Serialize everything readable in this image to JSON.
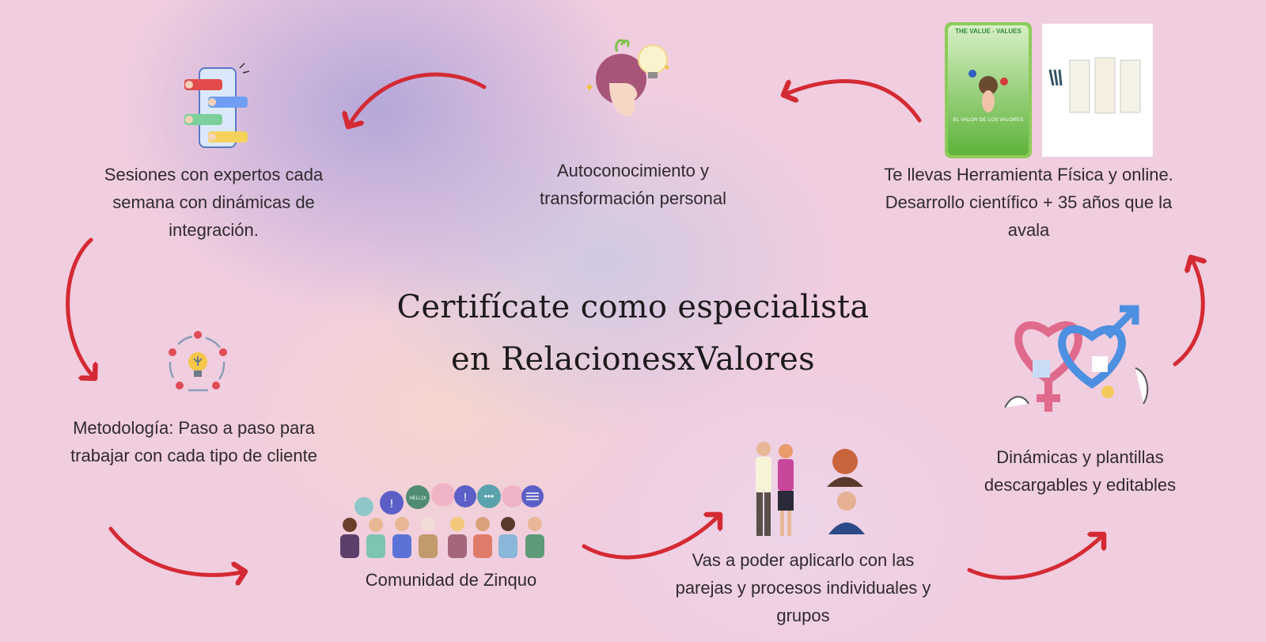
{
  "title": {
    "line1": "Certifícate como especialista",
    "line2": "en RelacionesxValores"
  },
  "steps": [
    {
      "id": "sesiones",
      "text": "Sesiones con expertos cada semana con dinámicas de integración.",
      "icon": "chat-phone-icon"
    },
    {
      "id": "autoconocimiento",
      "text": "Autoconocimiento y transformación personal",
      "icon": "idea-head-icon"
    },
    {
      "id": "herramienta",
      "text": "Te llevas Herramienta Física y online. Desarrollo científico + 35 años que la avala",
      "icon": "product-images"
    },
    {
      "id": "dinamicas",
      "text": "Dinámicas y plantillas descargables y editables",
      "icon": "gender-hearts-icon"
    },
    {
      "id": "aplicarlo",
      "text": "Vas a poder aplicarlo con las parejas y procesos individuales y grupos",
      "icon": "people-icon"
    },
    {
      "id": "comunidad",
      "text": "Comunidad de Zinquo",
      "icon": "community-icon"
    },
    {
      "id": "metodologia",
      "text": "Metodología: Paso a paso para trabajar con cada tipo de cliente",
      "icon": "lightbulb-cycle-icon"
    }
  ],
  "product": {
    "box_title": "THE VALUE - VALUES",
    "box_subtitle": "EL VALOR DE LOS VALORES"
  },
  "community": {
    "bubble_text": "HELLO!"
  },
  "colors": {
    "background": "#f1cde0",
    "arrow": "#d42a33",
    "text": "#302a2f"
  }
}
